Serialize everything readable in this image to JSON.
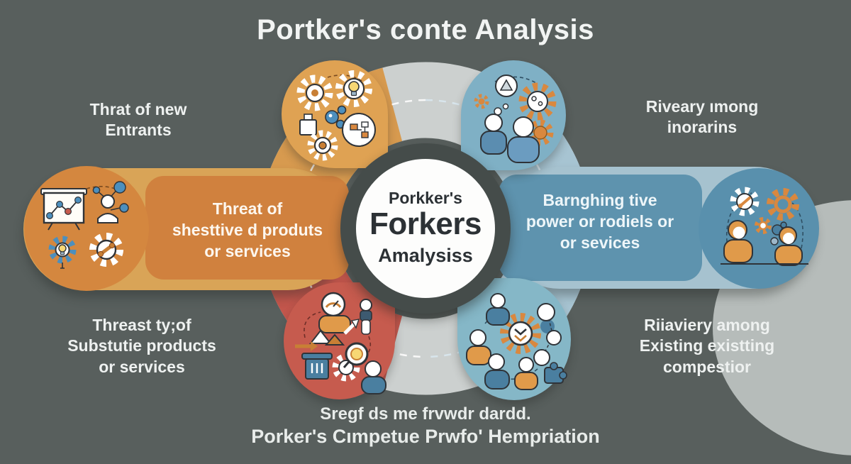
{
  "title": "Portker's conte Analysis",
  "center_badge": {
    "top": "Porkker's",
    "main": "Forkers",
    "bottom": "Amalysiss"
  },
  "labels": {
    "top_left": "Thrat of new\nEntrants",
    "top_right": "Riveary ımong\ninorarins",
    "left_box": "Threat of\nshesttive d produts\nor services",
    "right_box": "Barnghing tive\npower or rodiels or\nor sevices",
    "bottom_left": "Threast ty;of\nSubstutie products\nor services",
    "bottom_right": "Riiaviery among\nExisting existting\ncompestior"
  },
  "caption": {
    "line1": "Sregf ds me frvwdr dardd.",
    "line2": "Porker's Cımpetue Prwfo' Hempriation"
  },
  "colors": {
    "background": "#585f5d",
    "ring_gray": "#ccd0cf",
    "ring_orange": "#d79a4f",
    "ring_red": "#c2564c",
    "ring_blue": "#a7c4d2",
    "band_left": "#d9a457",
    "box_left": "#d0813e",
    "circle_left": "#d4873f",
    "band_right": "#a6c2cf",
    "box_right": "#5e93ae",
    "circle_right": "#5990ad",
    "bubble_top_left": "#dfa253",
    "bubble_top_right": "#7fb0c5",
    "bubble_bottom_left": "#c65b4e",
    "bubble_bottom_right": "#85b7c7",
    "center_ring": "#454c4a",
    "center_circle": "#fdfdfc",
    "accent_orange": "#d9883f",
    "accent_blue": "#4a7fa0",
    "text_light": "#f2f4f3",
    "text_dark": "#2c3135"
  },
  "icons": {
    "top_left_bubble": [
      "gear-icon",
      "lightbulb-gear-icon",
      "molecule-icon",
      "flask-icon",
      "gear-eye-icon",
      "flowchart-circle-icon"
    ],
    "top_right_bubble": [
      "triangle-badge-icon",
      "gear-dots-icon",
      "gear-icon",
      "small-gear-icon",
      "bubbles-icon",
      "person-icon",
      "person-icon"
    ],
    "left_circle": [
      "chart-board-icon",
      "person-network-icon",
      "gear-lightbulb-icon",
      "gear-tool-icon"
    ],
    "right_circle": [
      "gear-key-icon",
      "gear-outline-icon",
      "small-gear-icon",
      "splash-icon",
      "person-icon",
      "person-icon"
    ],
    "bottom_left_bubble": [
      "gauge-person-icon",
      "person-icon",
      "mountains-icon",
      "arrow-icon",
      "podium-icon",
      "gear-magnifier-icon",
      "person-icon"
    ],
    "bottom_right_bubble": [
      "gear-chevrons-icon",
      "person-icon",
      "person-icon",
      "person-icon",
      "person-icon",
      "network-nodes-icon",
      "puzzle-icon"
    ]
  }
}
